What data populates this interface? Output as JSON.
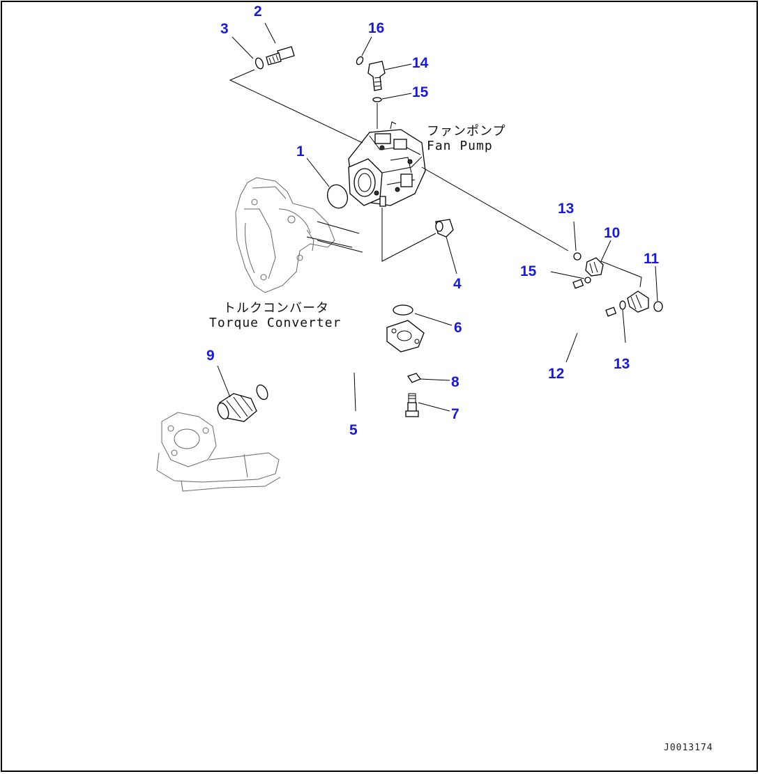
{
  "labels": {
    "fan_pump_jp": "ファンポンプ",
    "fan_pump_en": "Fan Pump",
    "torque_converter_jp": "トルクコンバータ",
    "torque_converter_en": "Torque Converter",
    "drawing_id": "J0013174"
  },
  "callouts": {
    "c1": "1",
    "c2": "2",
    "c3": "3",
    "c4": "4",
    "c5": "5",
    "c6": "6",
    "c7": "7",
    "c8": "8",
    "c9": "9",
    "c10": "10",
    "c11": "11",
    "c12": "12",
    "c13a": "13",
    "c13b": "13",
    "c14": "14",
    "c15a": "15",
    "c15b": "15",
    "c16": "16"
  },
  "colors": {
    "callout": "#1a1ad6",
    "line": "#000000",
    "background": "#ffffff"
  }
}
